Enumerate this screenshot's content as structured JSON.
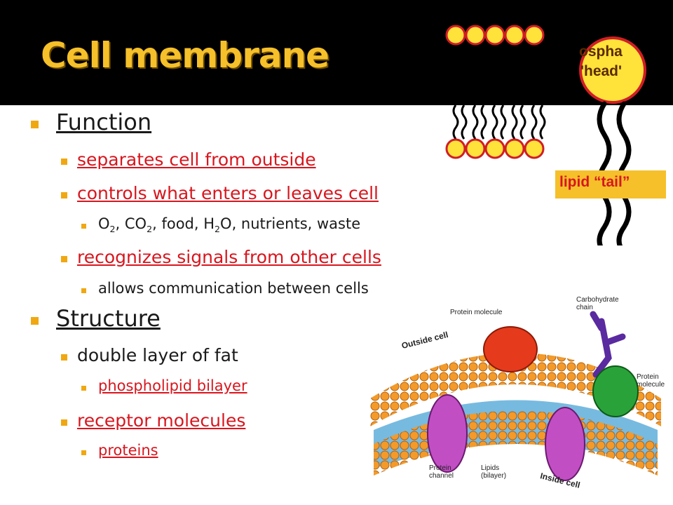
{
  "title": "Cell membrane",
  "colors": {
    "title": "#f5c02a",
    "link": "#d8161e",
    "bullet": "#f0a812",
    "head_fill": "#ffe23a",
    "head_stroke": "#d01e26",
    "tail_label_bg": "#f5c02a"
  },
  "function": {
    "heading": "Function",
    "item1": "separates cell from outside",
    "item2": "controls what enters or leaves cell",
    "item2_sub": {
      "a": "O",
      "a_sub": "2",
      "b": ", CO",
      "b_sub": "2",
      "c": ", food, H",
      "c_sub": "2",
      "d": "O, nutrients, waste"
    },
    "item3": "recognizes signals from other cells",
    "item3_sub": "allows communication between cells"
  },
  "structure": {
    "heading": "Structure",
    "item1": "double layer of fat",
    "item1_sub": "phospholipid bilayer",
    "item2": "receptor molecules",
    "item2_sub": "proteins"
  },
  "phospholipid_diagram": {
    "head_label_line1": "ospha",
    "head_label_line2": "'head'",
    "tail_label": "lipid “tail”"
  },
  "membrane_diagram": {
    "protein_molecule_top": "Protein molecule",
    "carbohydrate_chain": "Carbohydrate chain",
    "outside_cell": "Outside cell",
    "protein_molecule_right": "Protein molecule",
    "protein_channel": "Protein channel",
    "lipids": "Lipids (bilayer)",
    "inside_cell": "Inside cell"
  }
}
